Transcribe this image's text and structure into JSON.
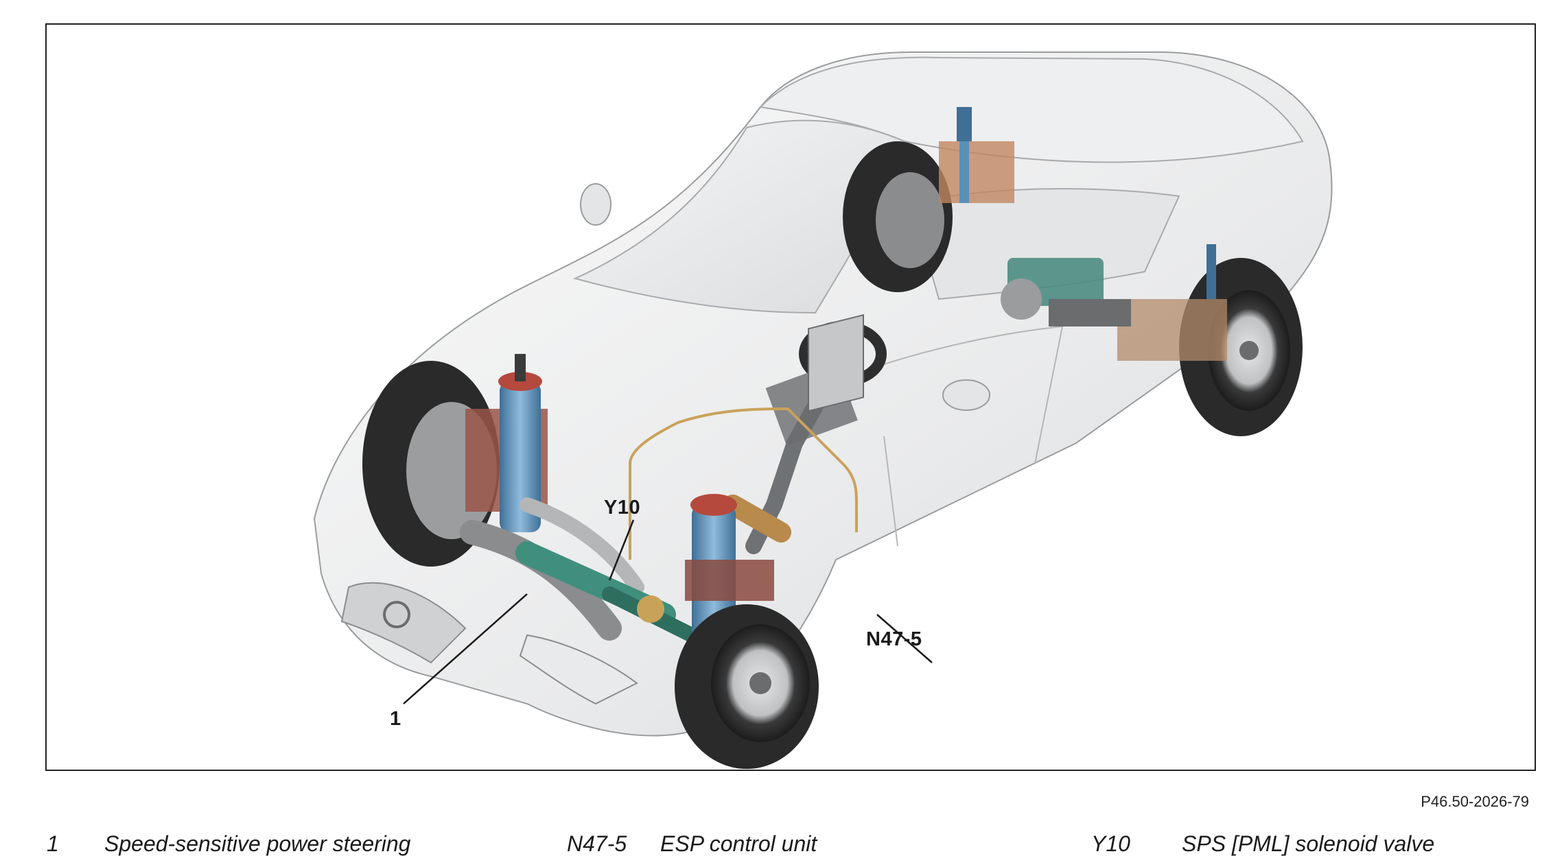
{
  "figure": {
    "reference": "P46.50-2026-79",
    "callouts": [
      {
        "id": "callout-1",
        "label": "1"
      },
      {
        "id": "callout-y10",
        "label": "Y10"
      },
      {
        "id": "callout-n47-5",
        "label": "N47-5"
      }
    ]
  },
  "legend": [
    {
      "code": "1",
      "text": "Speed-sensitive power steering"
    },
    {
      "code": "N47-5",
      "text": "ESP control unit"
    },
    {
      "code": "Y10",
      "text": "SPS [PML] solenoid valve"
    }
  ],
  "colors": {
    "frame": "#222222",
    "car_body": "#f1f2f3",
    "steering_rack": "#3f8f7c",
    "shock_absorber": "#5b8fb8",
    "spring_red": "#b5493d",
    "wiring": "#c9a25a",
    "tire": "#2a2a2a"
  }
}
